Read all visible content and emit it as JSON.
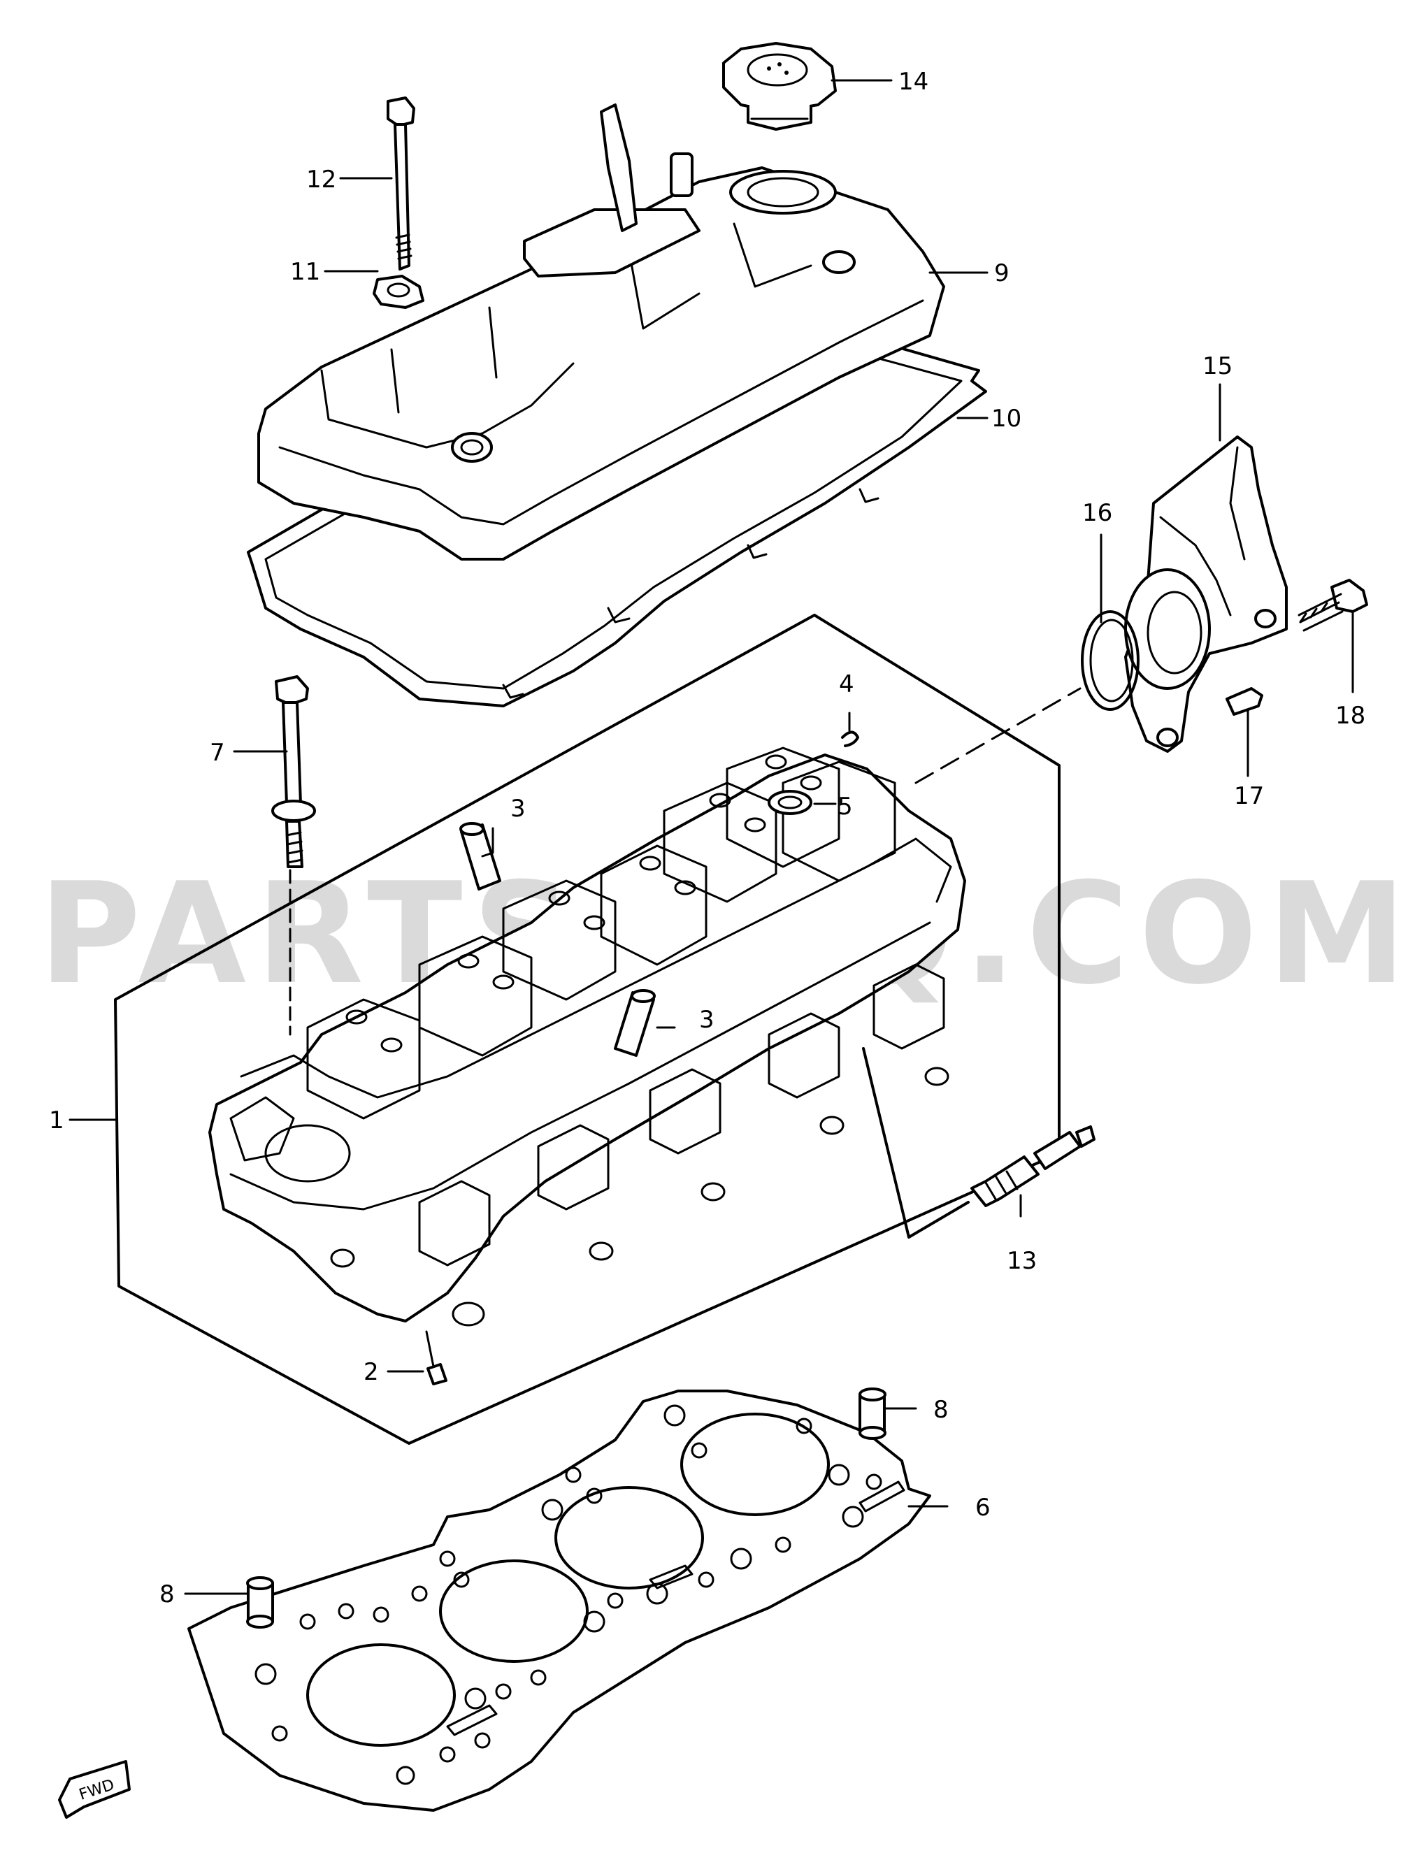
{
  "watermark": "PARTSOUQ.COM",
  "callouts": [
    "1",
    "2",
    "3",
    "3",
    "4",
    "5",
    "6",
    "7",
    "8",
    "8",
    "9",
    "10",
    "11",
    "12",
    "13",
    "14",
    "15",
    "16",
    "17",
    "18"
  ],
  "front_marker": "FWD"
}
